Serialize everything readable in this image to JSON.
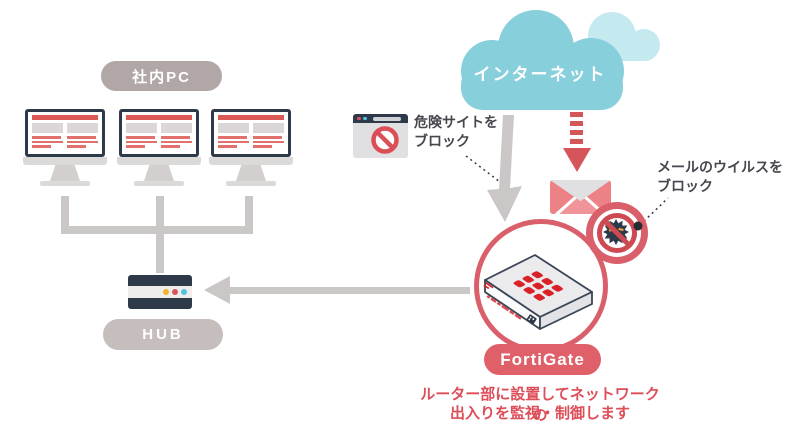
{
  "diagram": {
    "internet": {
      "label": "インターネット"
    },
    "office": {
      "label": "社内PC",
      "monitor_count": 3
    },
    "hub": {
      "label": "HUB"
    },
    "fortigate": {
      "label": "FortiGate",
      "caption_line1": "ルーター部に設置してネットワークの",
      "caption_line2": "出入りを監視・制御します"
    },
    "annotations": {
      "web_block": {
        "line1": "危険サイトを",
        "line2": "ブロック"
      },
      "mail_block": {
        "line1": "メールのウイルスを",
        "line2": "ブロック"
      }
    }
  },
  "colors": {
    "navy": "#2e3a4a",
    "accent_red": "#d9545a",
    "fortinet_logo_red": "#da2127",
    "pill_salmon": "#e0606a",
    "circle_border": "#d9606a",
    "envelope_pink": "#ec8186",
    "cloud_blue": "#87cfdb",
    "cloud_light": "#c4e9ef",
    "line_gray": "#cbc7c7",
    "office_pill_gray": "#b1a7a7",
    "hub_pill_gray": "#c6bdbd",
    "caption_red": "#dd4e59",
    "note_text": "#46464e"
  }
}
